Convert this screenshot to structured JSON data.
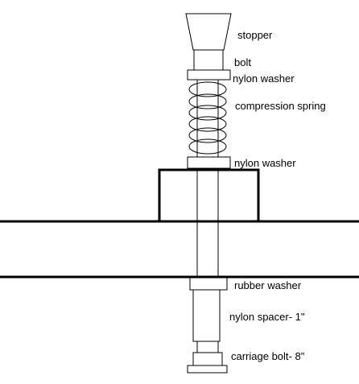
{
  "labels": {
    "stopper": "stopper",
    "bolt": "bolt",
    "nylon_washer_top": "nylon washer",
    "compression_spring": "compression spring",
    "nylon_washer_bottom": "nylon washer",
    "rubber_washer": "rubber washer",
    "nylon_spacer": "nylon spacer- 1\"",
    "carriage_bolt": "carriage bolt- 8\""
  },
  "colors": {
    "line": "#000000",
    "background": "#ffffff"
  }
}
